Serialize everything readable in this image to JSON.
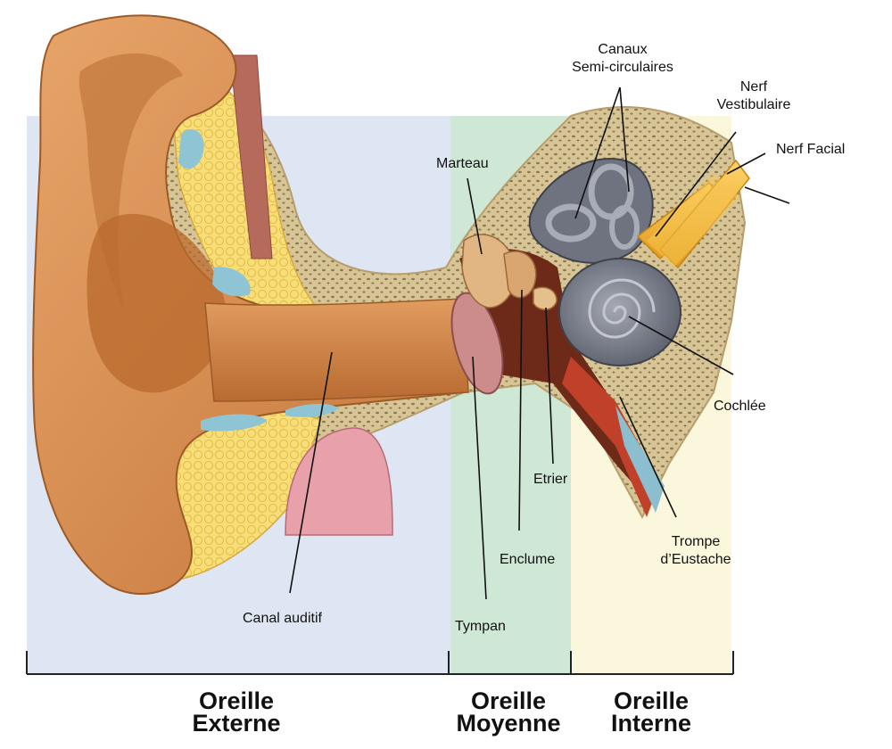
{
  "labels": {
    "canaux_line1": "Canaux",
    "canaux_line2": "Semi-circulaires",
    "nerf_vest_line1": "Nerf",
    "nerf_vest_line2": "Vestibulaire",
    "nerf_facial": "Nerf Facial",
    "marteau": "Marteau",
    "cochlee": "Cochlée",
    "etrier": "Etrier",
    "enclume": "Enclume",
    "trompe_line1": "Trompe",
    "trompe_line2": "d’Eustache",
    "canal_auditif": "Canal auditif",
    "tympan": "Tympan"
  },
  "sections": {
    "externe": {
      "line1": "Oreille",
      "line2": "Externe"
    },
    "moyenne": {
      "line1": "Oreille",
      "line2": "Moyenne"
    },
    "interne": {
      "line1": "Oreille",
      "line2": "Interne"
    }
  },
  "colors": {
    "outer_zone": "#dde4f2",
    "middle_zone": "#cfe9d6",
    "inner_zone": "#fbf7da",
    "skin": "#d78c4e",
    "bone": "#d9c49a",
    "fat": "#f5d86a",
    "cochlea": "#7b7f8c",
    "nerve": "#f2b431",
    "eardrum": "#c98a8a"
  }
}
